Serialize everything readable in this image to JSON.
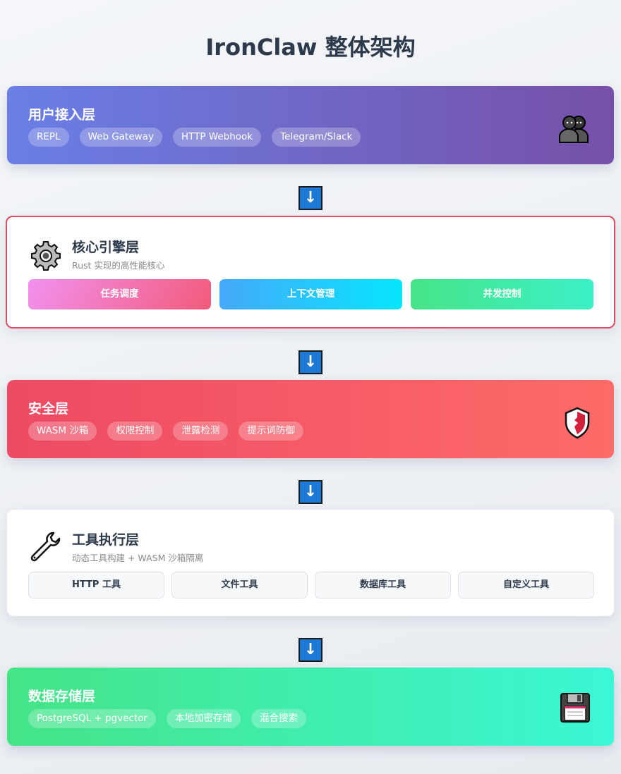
{
  "title": "IronClaw 整体架构",
  "arrow_glyph": "↓",
  "layers": {
    "user": {
      "title": "用户接入层",
      "icon": "users-icon",
      "chips": [
        "REPL",
        "Web Gateway",
        "HTTP Webhook",
        "Telegram/Slack"
      ]
    },
    "core": {
      "title": "核心引擎层",
      "subtitle": "Rust 实现的高性能核心",
      "icon": "gear-icon",
      "modules": [
        "任务调度",
        "上下文管理",
        "并发控制"
      ]
    },
    "security": {
      "title": "安全层",
      "icon": "shield-icon",
      "chips": [
        "WASM 沙箱",
        "权限控制",
        "泄露检测",
        "提示词防御"
      ]
    },
    "tools": {
      "title": "工具执行层",
      "subtitle": "动态工具构建 + WASM 沙箱隔离",
      "icon": "wrench-icon",
      "modules": [
        "HTTP 工具",
        "文件工具",
        "数据库工具",
        "自定义工具"
      ]
    },
    "storage": {
      "title": "数据存储层",
      "icon": "floppy-disk-icon",
      "chips": [
        "PostgreSQL + pgvector",
        "本地加密存储",
        "混合搜索"
      ]
    }
  },
  "colors": {
    "user_gradient": [
      "#6a7fe6",
      "#7650a8"
    ],
    "security_gradient": [
      "#ed4a64",
      "#fe6b68"
    ],
    "storage_gradient": [
      "#44e486",
      "#3cf7d6"
    ],
    "core_border": "#e04b66",
    "arrow": "#1e78d6"
  }
}
